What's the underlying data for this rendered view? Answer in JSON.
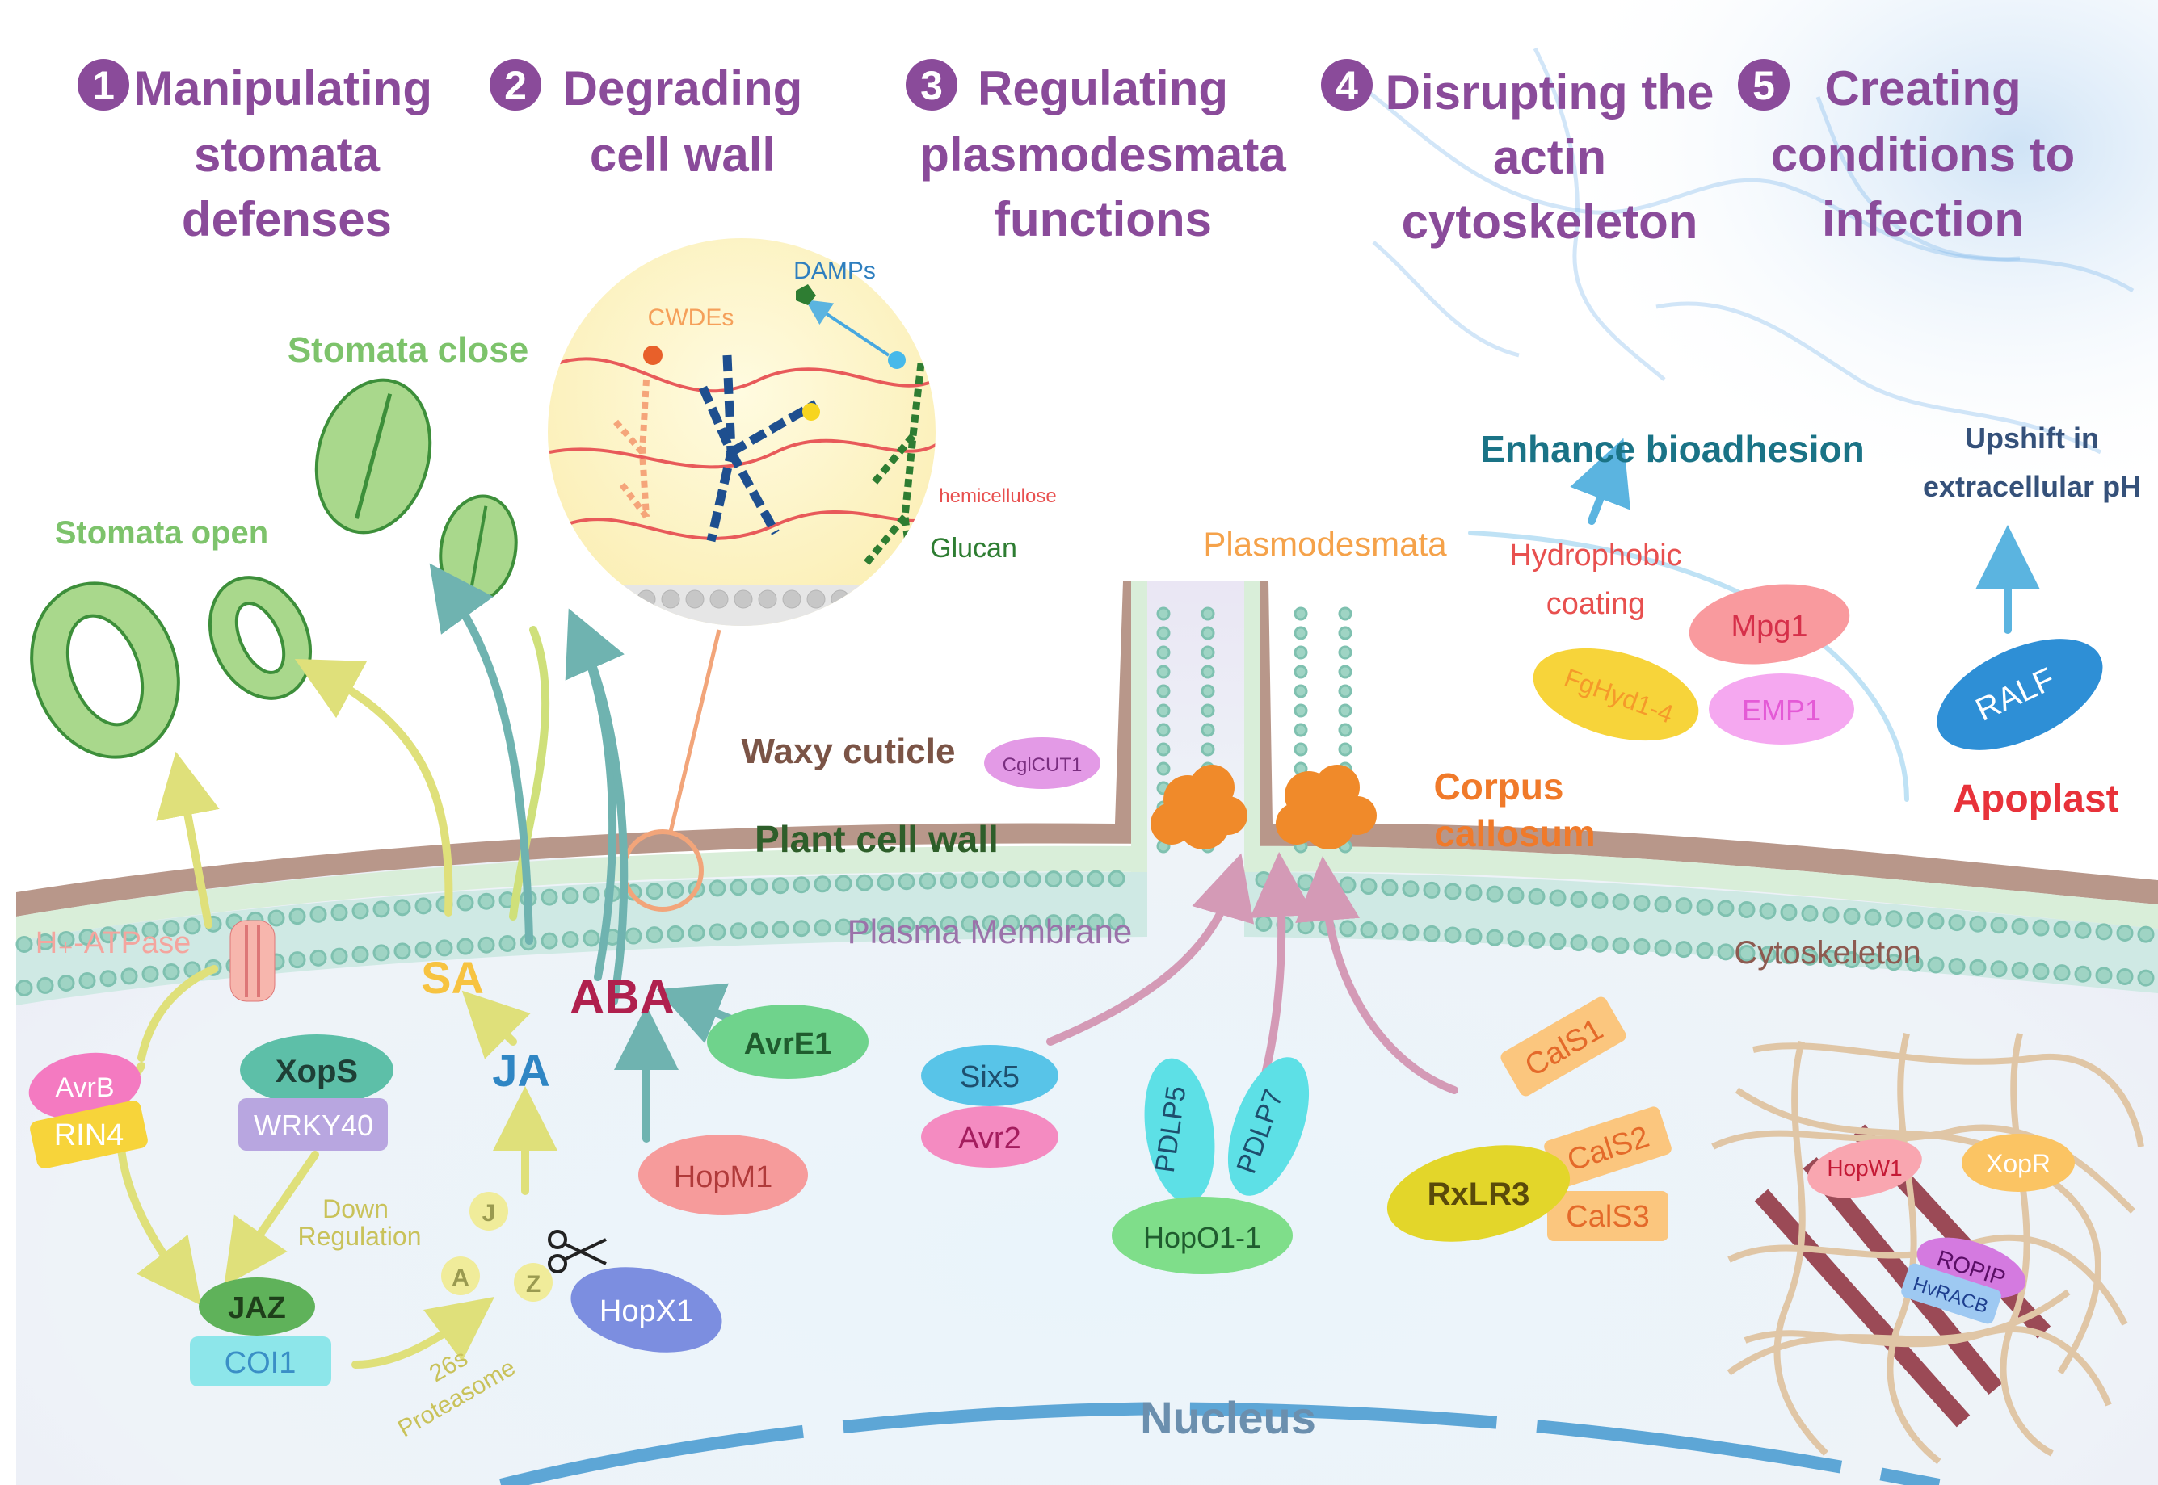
{
  "colors": {
    "header_purple": "#8a4b9a",
    "stomata_green": "#7dc36b",
    "membrane": "#a8d8c7",
    "cuticle": "#a98b7a",
    "plasmodesmata_orange": "#f08a2a",
    "apoplast_red": "#e8323a",
    "nucleus": "#5da6d6"
  },
  "headers": [
    {
      "num": "1",
      "lines": [
        "Manipulating",
        "stomata",
        "defenses"
      ]
    },
    {
      "num": "2",
      "lines": [
        "Degrading",
        "cell wall"
      ]
    },
    {
      "num": "3",
      "lines": [
        "Regulating",
        "plasmodesmata",
        "functions"
      ]
    },
    {
      "num": "4",
      "lines": [
        "Disrupting the",
        "actin",
        "cytoskeleton"
      ]
    },
    {
      "num": "5",
      "lines": [
        "Creating",
        "conditions to",
        "infection"
      ]
    }
  ],
  "stomata": {
    "close": "Stomata close",
    "open": "Stomata open"
  },
  "cellwall_inset": {
    "cwdes": "CWDEs",
    "damps": "DAMPs",
    "hemicellulose": "hemicellulose",
    "glucan": "Glucan"
  },
  "layers": {
    "waxy_cuticle": "Waxy cuticle",
    "plant_cell_wall": "Plant cell wall",
    "plasma_membrane": "Plasma Membrane",
    "plasmodesmata": "Plasmodesmata",
    "corpus_callosum": [
      "Corpus",
      "callosum"
    ],
    "apoplast": "Apoplast",
    "cytoskeleton": "Cytoskeleton",
    "nucleus": "Nucleus"
  },
  "hormones": {
    "sa": "SA",
    "ja": "JA",
    "aba": "ABA"
  },
  "effectors": {
    "h_atpase": "H₊-ATPase",
    "avrb": "AvrB",
    "rin4": "RIN4",
    "xops": "XopS",
    "wrky40": "WRKY40",
    "down_regulation": [
      "Down",
      "Regulation"
    ],
    "jaz": "JAZ",
    "coi1": "COI1",
    "proteasome": [
      "26s",
      "Proteasome"
    ],
    "jaz_letters": [
      "J",
      "A",
      "Z"
    ],
    "hopx1": "HopX1",
    "hopm1": "HopM1",
    "avre1": "AvrE1",
    "cglcut1": "CglCUT1",
    "six5": "Six5",
    "avr2": "Avr2",
    "pdlp5": "PDLP5",
    "pdlp7": "PDLP7",
    "hopo1_1": "HopO1-1",
    "rxlr3": "RxLR3",
    "cals1": "CalS1",
    "cals2": "CalS2",
    "cals3": "CalS3",
    "hopw1": "HopW1",
    "xopr": "XopR",
    "ropip": "ROPIP",
    "hvracb": "HvRACB"
  },
  "apoplast": {
    "enhance_bioadhesion": "Enhance bioadhesion",
    "upshift": [
      "Upshift in",
      "extracellular pH"
    ],
    "hydrophobic": [
      "Hydrophobic",
      "coating"
    ],
    "mpg1": "Mpg1",
    "fghyd": "FgHyd1-4",
    "emp1": "EMP1",
    "ralf": "RALF"
  }
}
